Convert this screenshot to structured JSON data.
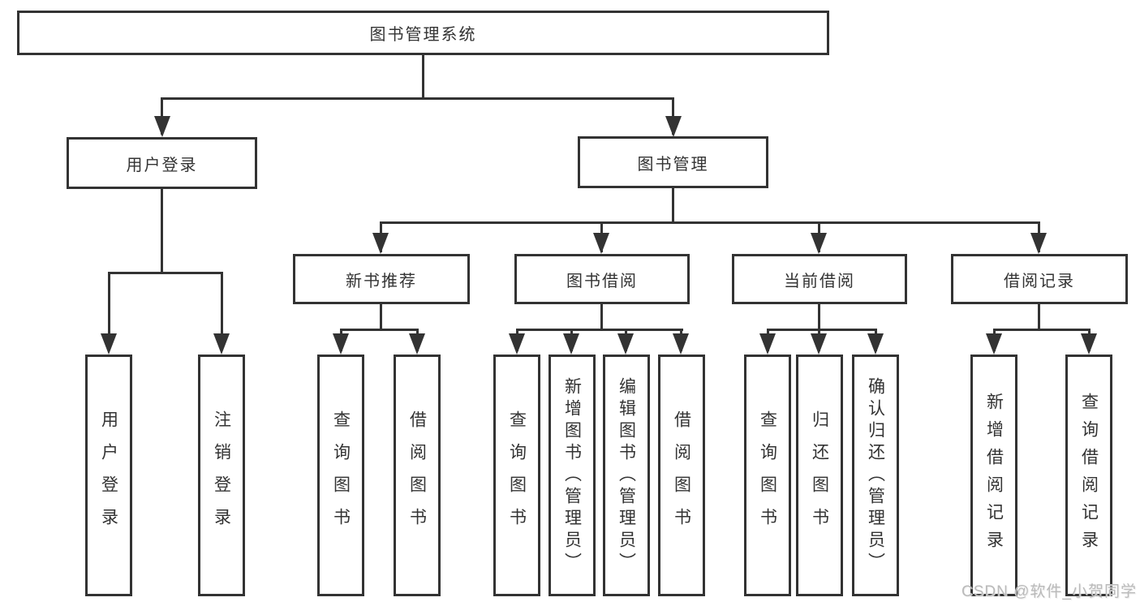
{
  "diagram": {
    "root": {
      "label": "图书管理系统"
    },
    "branches": [
      {
        "label": "用户登录",
        "children": [
          {
            "label": "用户登录"
          },
          {
            "label": "注销登录"
          }
        ]
      },
      {
        "label": "图书管理",
        "children": [
          {
            "label": "新书推荐",
            "children": [
              {
                "label": "查询图书"
              },
              {
                "label": "借阅图书"
              }
            ]
          },
          {
            "label": "图书借阅",
            "children": [
              {
                "label": "查询图书"
              },
              {
                "label": "新增图书（管理员）"
              },
              {
                "label": "编辑图书（管理员）"
              },
              {
                "label": "借阅图书"
              }
            ]
          },
          {
            "label": "当前借阅",
            "children": [
              {
                "label": "查询图书"
              },
              {
                "label": "归还图书"
              },
              {
                "label": "确认归还（管理员）"
              }
            ]
          },
          {
            "label": "借阅记录",
            "children": [
              {
                "label": "新增借阅记录"
              },
              {
                "label": "查询借阅记录"
              }
            ]
          }
        ]
      }
    ],
    "watermark": "CSDN @软件_小贺同学",
    "colors": {
      "line": "#333333",
      "text": "#333333",
      "watermark": "#bababa",
      "background": "#ffffff"
    }
  }
}
